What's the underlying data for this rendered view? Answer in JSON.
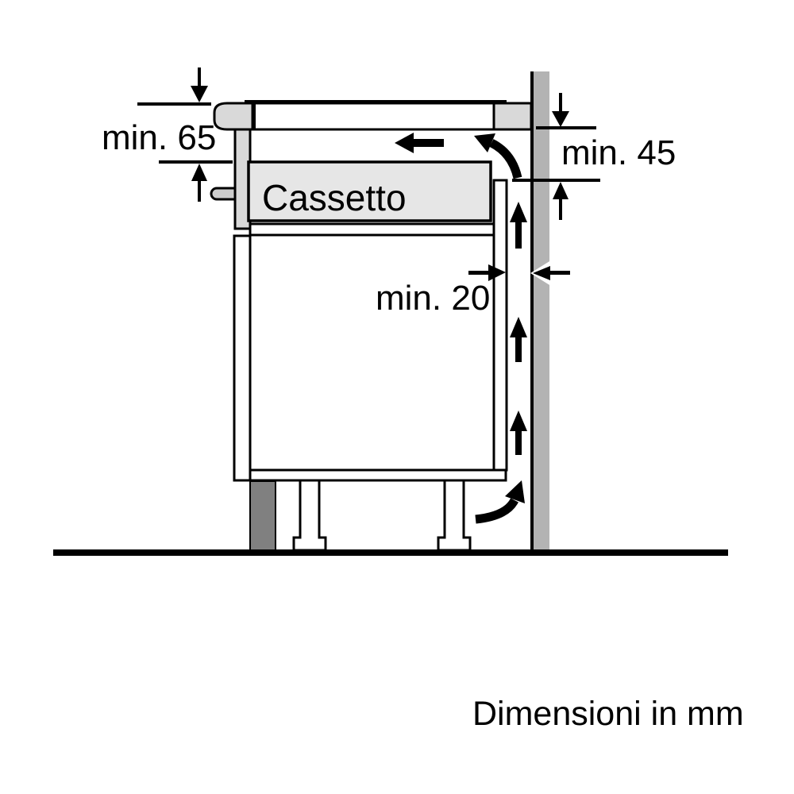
{
  "diagram": {
    "labels": {
      "clearance_top_left": "min. 65",
      "clearance_top_right": "min. 45",
      "clearance_rear_gap": "min. 20",
      "drawer": "Cassetto",
      "units_note": "Dimensioni in mm"
    },
    "colors": {
      "line": "#000000",
      "background": "#ffffff",
      "wall": "#b3b3b3",
      "worktop": "#d9d9d9",
      "drawer_panel": "#e6e6e6",
      "peg": "#cccccc",
      "plinth": "#808080"
    }
  }
}
